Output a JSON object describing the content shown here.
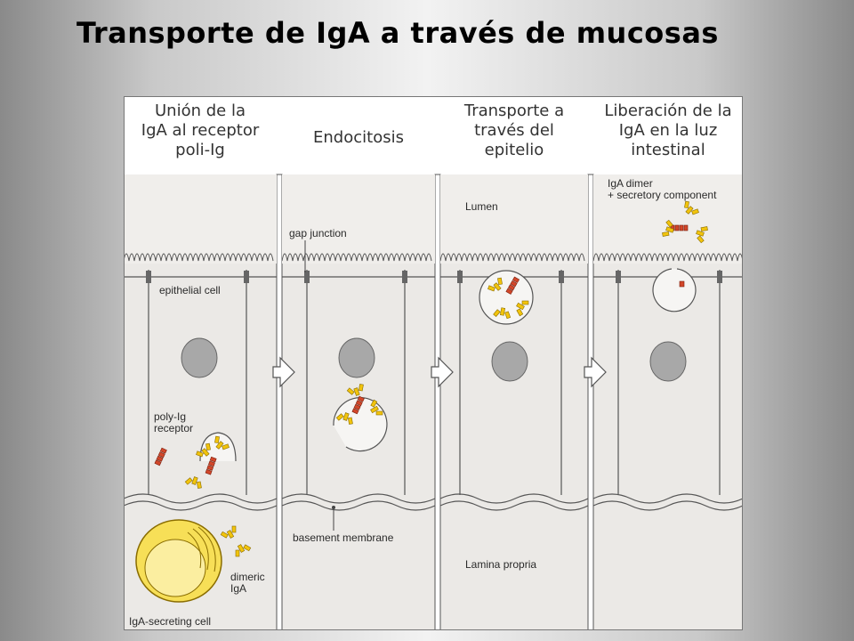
{
  "slide": {
    "title": "Transporte de IgA a través de mucosas"
  },
  "panels": [
    {
      "title": "Unión de la\nIgA al receptor\npoli-Ig"
    },
    {
      "title": "Endocitosis"
    },
    {
      "title": "Transporte a\ntravés del\nepitelio"
    },
    {
      "title": "Liberación de la\nIgA en la luz\nintestinal"
    }
  ],
  "labels": {
    "epithelial_cell": "epithelial cell",
    "poly_ig_receptor": "poly-Ig\nreceptor",
    "igA_secreting_cell": "IgA-secreting cell",
    "dimeric_iga": "dimeric\nIgA",
    "gap_junction": "gap junction",
    "basement_membrane": "basement membrane",
    "lumen": "Lumen",
    "lamina_propria": "Lamina propria",
    "iga_dimer": "IgA dimer\n+ secretory component"
  },
  "colors": {
    "cell_fill": "#ebe9e6",
    "outline": "#555555",
    "nucleus": "#a8a8a8",
    "iga_yellow": "#f2c40c",
    "receptor_red": "#d2472a"
  }
}
